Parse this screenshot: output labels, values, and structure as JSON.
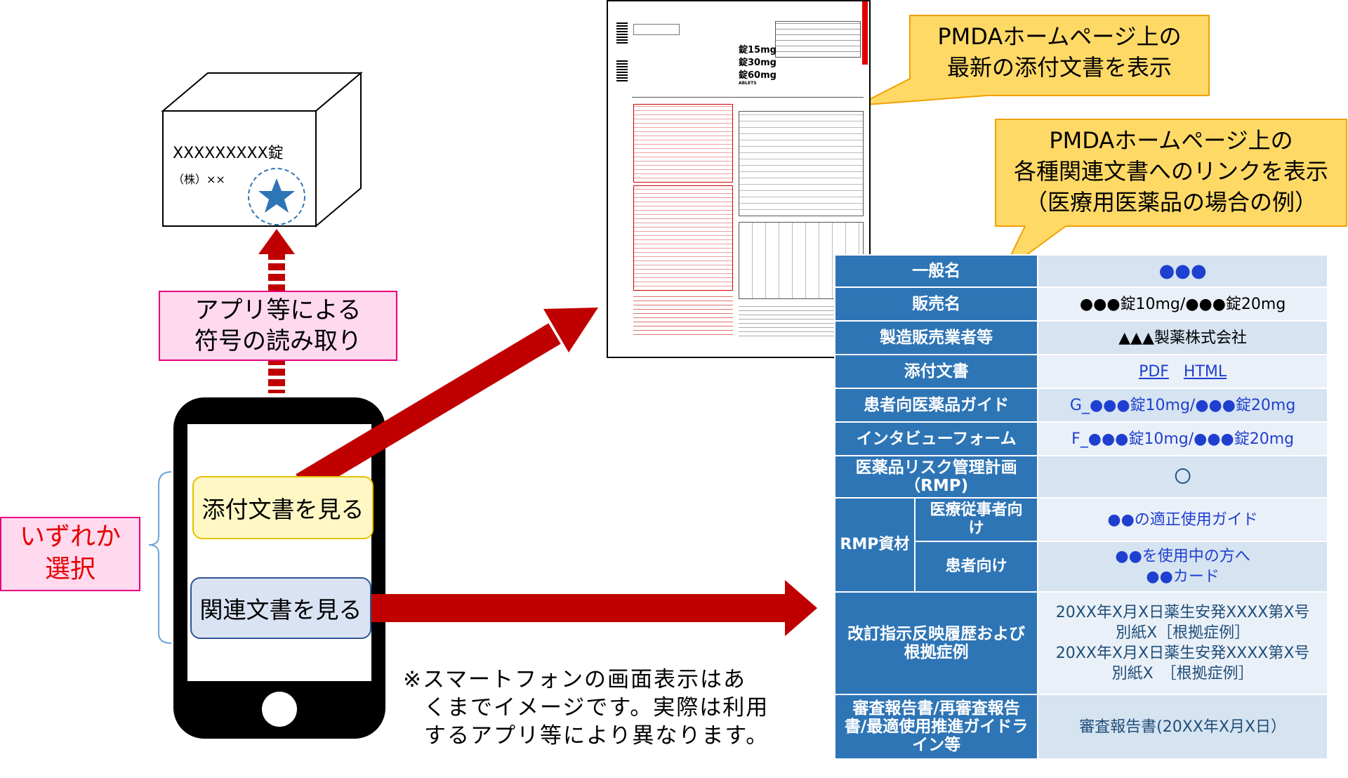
{
  "package": {
    "name": "XXXXXXXXX錠",
    "maker": "（株）××"
  },
  "labels": {
    "read_code": [
      "アプリ等による",
      "符号の読み取り"
    ],
    "choose_one": [
      "いずれか",
      "選択"
    ]
  },
  "phone": {
    "button_package_insert": "添付文書を見る",
    "button_related_docs": "関連文書を見る"
  },
  "note": [
    "※スマートフォンの画面表示はあ",
    "くまでイメージです。実際は利用",
    "するアプリ等により異なります。"
  ],
  "callouts": {
    "latest_insert": [
      "PMDAホームページ上の",
      "最新の添付文書を表示"
    ],
    "related_links": [
      "PMDAホームページ上の",
      "各種関連文書へのリンクを表示",
      "（医療用医薬品の場合の例）"
    ]
  },
  "document": {
    "strength_1": "錠15mg",
    "strength_2": "錠30mg",
    "strength_3": "錠60mg",
    "tablets": "ABLETS"
  },
  "table": {
    "generic_name": {
      "label": "一般名",
      "value": "●●●"
    },
    "brand_name": {
      "label": "販売名",
      "value": "●●●錠10mg/●●●錠20mg"
    },
    "manufacturer": {
      "label": "製造販売業者等",
      "value": "▲▲▲製薬株式会社"
    },
    "package_insert": {
      "label": "添付文書",
      "pdf": "PDF",
      "html": "HTML"
    },
    "patient_guide": {
      "label": "患者向医薬品ガイド",
      "value": "G_●●●錠10mg/●●●錠20mg"
    },
    "interview_form": {
      "label": "インタビューフォーム",
      "value": "F_●●●錠10mg/●●●錠20mg"
    },
    "rmp": {
      "label": [
        "医薬品リスク管理計画",
        "（RMP)"
      ],
      "value": "〇"
    },
    "rmp_materials": {
      "label": "RMP資材",
      "for_professionals": {
        "label": [
          "医療従事者向",
          "け"
        ],
        "value": "●●の適正使用ガイド"
      },
      "for_patients": {
        "label": "患者向け",
        "value": [
          "●●を使用中の方へ",
          "●●カード"
        ]
      }
    },
    "revision": {
      "label": [
        "改訂指示反映履歴および",
        "根拠症例"
      ],
      "values": [
        "20XX年X月X日薬生安発XXXX第X号",
        "別紙X［根拠症例］",
        "20XX年X月X日薬生安発XXXX第X号",
        "別紙X　［根拠症例］"
      ]
    },
    "review": {
      "label": [
        "審査報告書/再審査報告",
        "書/最適使用推進ガイドラ",
        "イン等"
      ],
      "value": "審査報告書(20XX年X月X日）"
    }
  },
  "colors": {
    "arrow_red": "#c00000",
    "table_header_blue": "#2e75b6",
    "callout_yellow": "#ffd966",
    "pink_fill": "#ffd9ee",
    "pink_border": "#e6007e",
    "link_blue": "#1f3fd0"
  }
}
